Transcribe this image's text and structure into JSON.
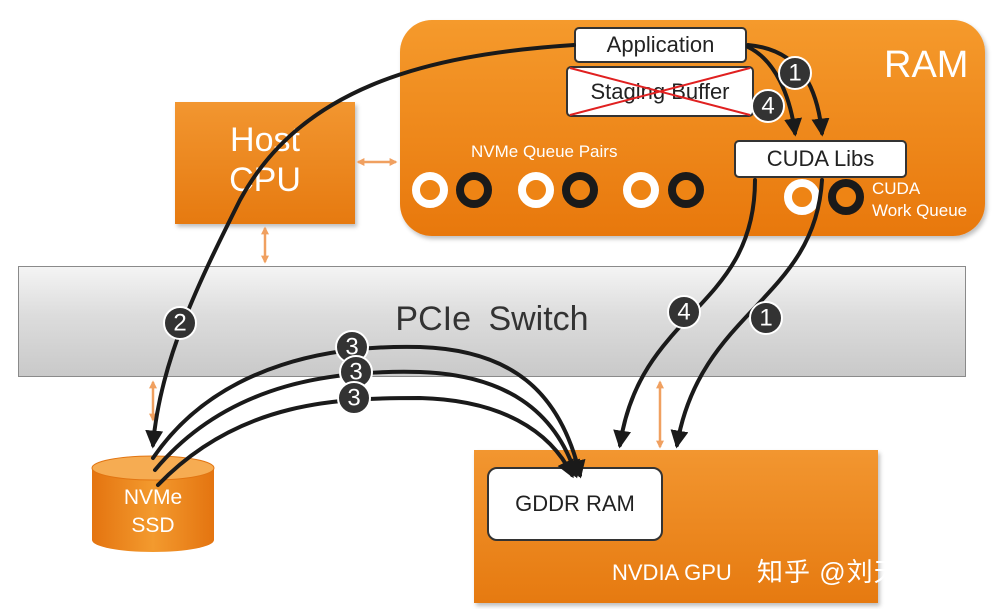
{
  "ram": {
    "label": "RAM"
  },
  "host_cpu": {
    "label": "Host\nCPU"
  },
  "application": {
    "label": "Application"
  },
  "staging_buffer": {
    "label": "Staging Buffer"
  },
  "nvme_queue_pairs": {
    "label": "NVMe Queue Pairs"
  },
  "cuda_libs": {
    "label": "CUDA Libs"
  },
  "cuda_work_queue": {
    "label": "CUDA\nWork Queue"
  },
  "pcie_switch": {
    "label": "PCIe  Switch"
  },
  "nvme_ssd": {
    "label": "NVMe\nSSD"
  },
  "gddr_ram": {
    "label": "GDDR RAM"
  },
  "gpu": {
    "label": "NVDIA GPU"
  },
  "watermark": {
    "text": "知乎 @刘天之音"
  },
  "steps": {
    "step_1_top": "1",
    "step_4_top": "4",
    "step_2": "2",
    "step_4_mid": "4",
    "step_1_mid": "1",
    "step_3_a": "3",
    "step_3_b": "3",
    "step_3_c": "3"
  },
  "colors": {
    "orange": "#ee8414",
    "arrow": "#1a1a1a",
    "step_badge": "#333333",
    "link_arrow": "#f0a060",
    "strike": "#e02020"
  }
}
